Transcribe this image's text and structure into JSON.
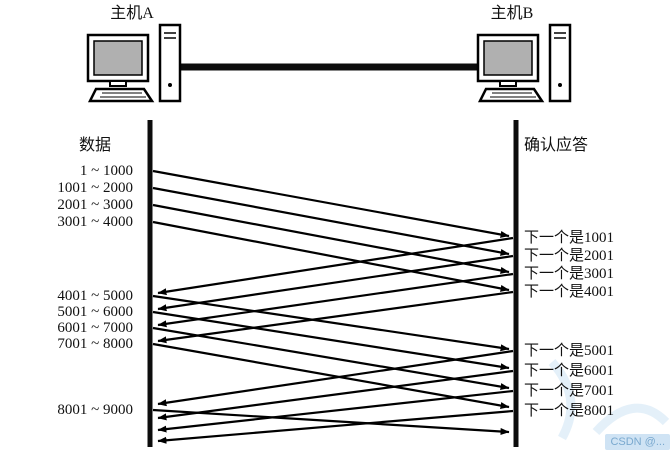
{
  "hosts": {
    "a_label": "主机A",
    "b_label": "主机B"
  },
  "data_column": {
    "header": "数据",
    "segments": [
      "1 ~ 1000",
      "1001 ~ 2000",
      "2001 ~ 3000",
      "3001 ~ 4000",
      "4001 ~ 5000",
      "5001 ~ 6000",
      "6001 ~ 7000",
      "7001 ~ 8000",
      "8001 ~ 9000"
    ]
  },
  "ack_column": {
    "header": "确认应答",
    "acks": [
      "下一个是1001",
      "下一个是2001",
      "下一个是3001",
      "下一个是4001",
      "下一个是5001",
      "下一个是6001",
      "下一个是7001",
      "下一个是8001"
    ]
  },
  "watermark": "CSDN @...",
  "colors": {
    "arrow": "#000000",
    "timeline": "#0c0c0c",
    "screen_gray": "#b0b0b0",
    "watermark_blue": "#cfe3f4"
  },
  "arrows": {
    "data": [
      [
        153,
        171,
        509,
        236
      ],
      [
        153,
        188,
        509,
        254
      ],
      [
        153,
        205,
        509,
        272
      ],
      [
        153,
        222,
        509,
        290
      ],
      [
        153,
        296,
        509,
        349
      ],
      [
        153,
        312,
        509,
        368
      ],
      [
        153,
        328,
        509,
        388
      ],
      [
        153,
        344,
        509,
        407
      ],
      [
        153,
        410,
        509,
        432
      ]
    ],
    "ack": [
      [
        513,
        238,
        158,
        293
      ],
      [
        513,
        256,
        158,
        309
      ],
      [
        513,
        274,
        158,
        325
      ],
      [
        513,
        292,
        158,
        341
      ],
      [
        513,
        351,
        158,
        404
      ],
      [
        513,
        371,
        158,
        418
      ],
      [
        513,
        391,
        158,
        430
      ],
      [
        513,
        411,
        158,
        441
      ]
    ]
  }
}
